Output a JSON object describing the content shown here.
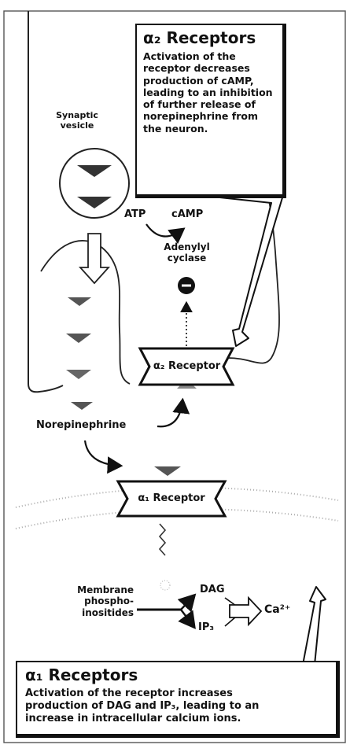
{
  "alpha2_box": {
    "title": "α₂ Receptors",
    "body": "Activation of the receptor decreases production of cAMP, leading to an inhibition of further release of norepinephrine from the neuron."
  },
  "alpha1_box": {
    "title": "α₁ Receptors",
    "body": "Activation of the receptor increases production of DAG and IP₃, leading to an increase in intracellular calcium ions."
  },
  "labels": {
    "synaptic_vesicle": "Synaptic vesicle",
    "atp": "ATP",
    "camp": "cAMP",
    "adenylyl_cyclase": "Adenylyl cyclase",
    "alpha2_receptor": "α₂ Receptor",
    "alpha1_receptor": "α₁ Receptor",
    "norepinephrine": "Norepinephrine",
    "membrane_phosphoinositides": "Membrane phospho- inositides",
    "dag": "DAG",
    "ip3": "IP₃",
    "ca2": "Ca²⁺",
    "inhibit_symbol": "−"
  }
}
